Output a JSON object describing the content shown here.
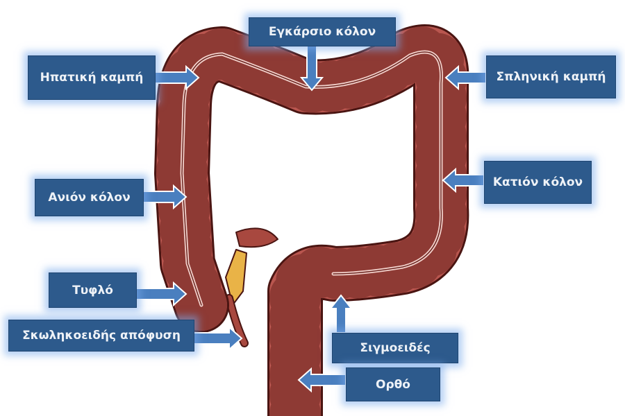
{
  "labels": {
    "hepatic_flexure": "Ηπατική καμπή",
    "transverse_colon": "Εγκάρσιο κόλον",
    "splenic_flexure": "Σπληνική καμπή",
    "ascending_colon": "Ανιόν κόλον",
    "descending_colon": "Κατιόν κόλον",
    "cecum": "Τυφλό",
    "appendix": "Σκωληκοειδής απόφυση",
    "sigmoid": "Σιγμοειδές",
    "rectum": "Ορθό"
  },
  "colors": {
    "label_bg": "#2d5a8c",
    "arrow": "#4a7fbf",
    "colon": "#b9564f",
    "colon_outline": "#4a1512"
  }
}
